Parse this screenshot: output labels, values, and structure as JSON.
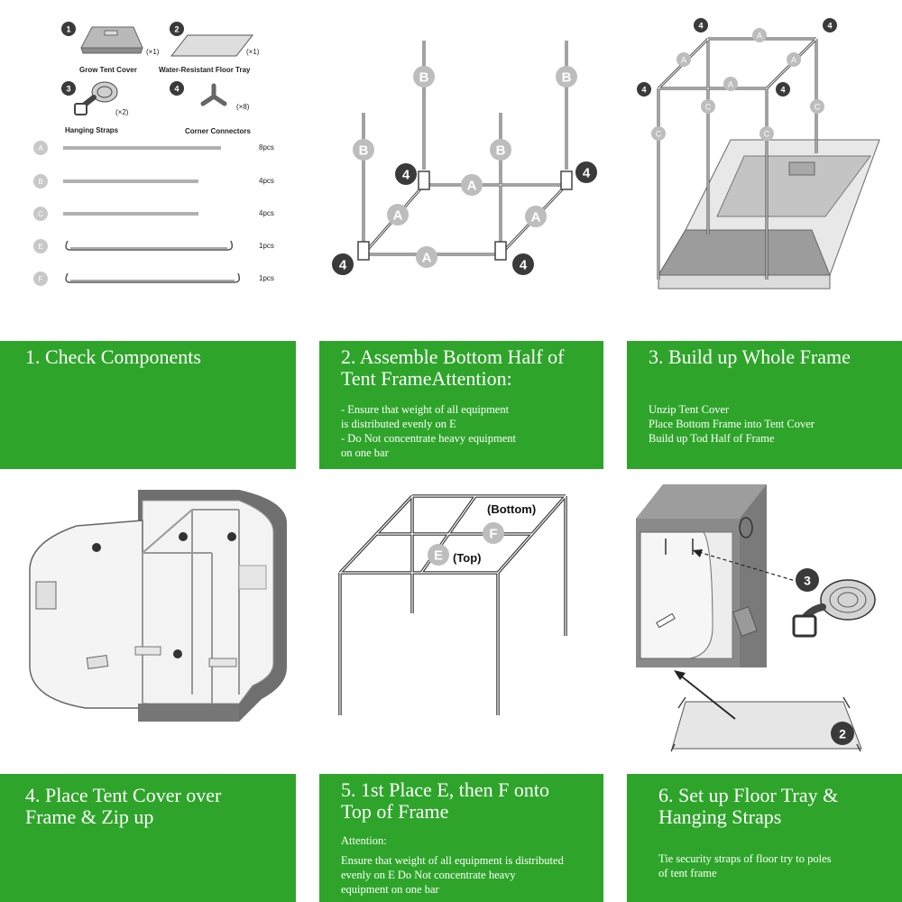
{
  "panel1": {
    "components": [
      {
        "num": "1",
        "label": "Grow Tent Cover",
        "qty": "(×1)"
      },
      {
        "num": "2",
        "label": "Water-Resistant Floor Tray",
        "qty": "(×1)"
      },
      {
        "num": "3",
        "label": "Hanging Straps",
        "qty": "(×2)"
      },
      {
        "num": "4",
        "label": "Corner Connectors",
        "qty": "(×8)"
      }
    ],
    "poles": [
      {
        "letter": "A",
        "count": "8pcs"
      },
      {
        "letter": "B",
        "count": "4pcs"
      },
      {
        "letter": "C",
        "count": "4pcs"
      },
      {
        "letter": "E",
        "count": "1pcs"
      },
      {
        "letter": "F",
        "count": "1pcs"
      }
    ]
  },
  "panel2": {
    "pole_b": "B",
    "pole_a": "A",
    "connector": "4"
  },
  "panel3": {
    "pole_a": "A",
    "pole_c": "C",
    "connector": "4"
  },
  "panel5": {
    "bottom_label": "(Bottom)",
    "top_label": "(Top)",
    "letter_f": "F",
    "letter_e": "E"
  },
  "panel6": {
    "strap_num": "3",
    "tray_num": "2"
  },
  "steps": [
    {
      "title": "1. Check Components",
      "lines": []
    },
    {
      "title": "2. Assemble Bottom Half of Tent FrameAttention:",
      "lines": [
        "- Ensure that weight of all equipment",
        "is distributed evenly on E",
        "- Do Not concentrate heavy equipment",
        "on one bar"
      ]
    },
    {
      "title": "3. Build up Whole Frame",
      "lines": [
        "Unzip Tent Cover",
        "Place Bottom Frame into Tent Cover",
        "Build up Tod Half of Frame"
      ]
    },
    {
      "title": "4. Place Tent Cover over Frame & Zip up",
      "lines": []
    },
    {
      "title": "5. 1st Place E, then F onto Top of Frame",
      "attention": "Attention:",
      "lines": [
        "Ensure that weight of all equipment is distributed",
        "evenly on E Do Not concentrate heavy",
        "equipment on one bar"
      ]
    },
    {
      "title": "6. Set up Floor Tray & Hanging Straps",
      "lines": [
        "Tie security straps of floor try to poles",
        "of tent frame"
      ]
    }
  ],
  "colors": {
    "green": "#2ea52a",
    "badge_dark": "#3a3a3a",
    "badge_light": "#bdbdbd"
  }
}
